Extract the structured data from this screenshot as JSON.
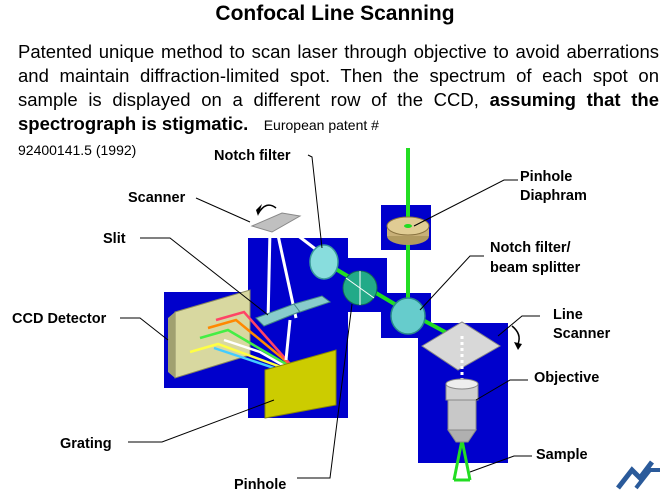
{
  "title": "Confocal Line Scanning",
  "description": {
    "text": "Patented unique method to scan laser through objective to avoid aberrations and maintain diffraction-limited spot. Then the spectrum of each spot on sample is displayed on a different row of the CCD,",
    "bold": "assuming that the spectrograph is stigmatic.",
    "patent_prefix": "European patent #",
    "patent_number": "92400141.5 (1992)"
  },
  "labels": {
    "notch_filter": "Notch filter",
    "scanner": "Scanner",
    "slit": "Slit",
    "ccd_detector": "CCD Detector",
    "grating": "Grating",
    "pinhole": "Pinhole",
    "pinhole_diaphram_1": "Pinhole",
    "pinhole_diaphram_2": "Diaphram",
    "notch_bs_1": "Notch filter/",
    "notch_bs_2": "beam splitter",
    "line_scanner_1": "Line",
    "line_scanner_2": "Scanner",
    "objective": "Objective",
    "sample": "Sample"
  },
  "colors": {
    "panel": "#0000cc",
    "laser": "#22dd22",
    "element": "#bfbfbf",
    "ccd": "#cfcf88",
    "grating": "#c8c800",
    "optic": "#66cccc"
  }
}
